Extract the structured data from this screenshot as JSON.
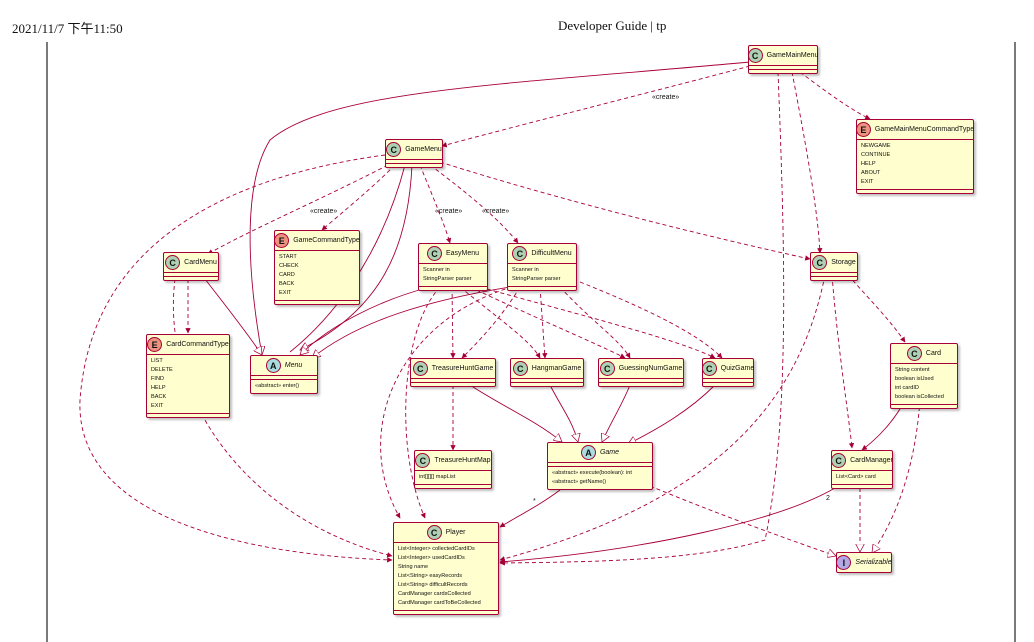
{
  "header": {
    "timestamp": "2021/11/7 下午11:50",
    "title": "Developer Guide | tp"
  },
  "stereotypes": {
    "create": "«create»"
  },
  "multiplicities": {
    "game_star": "*",
    "card_manager_two": "2"
  },
  "classes": {
    "game_main_menu": {
      "kind": "C",
      "name": "GameMainMenu"
    },
    "game_main_menu_command_type": {
      "kind": "E",
      "name": "GameMainMenuCommandType",
      "fields": [
        "NEWGAME",
        "CONTINUE",
        "HELP",
        "ABOUT",
        "EXIT"
      ]
    },
    "game_menu": {
      "kind": "C",
      "name": "GameMenu"
    },
    "game_command_type": {
      "kind": "E",
      "name": "GameCommandType",
      "fields": [
        "START",
        "CHECK",
        "CARD",
        "BACK",
        "EXIT"
      ]
    },
    "card_menu": {
      "kind": "C",
      "name": "CardMenu"
    },
    "card_command_type": {
      "kind": "E",
      "name": "CardCommandType",
      "fields": [
        "LIST",
        "DELETE",
        "FIND",
        "HELP",
        "BACK",
        "EXIT"
      ]
    },
    "easy_menu": {
      "kind": "C",
      "name": "EasyMenu",
      "fields": [
        "Scanner in",
        "StringParser parser"
      ]
    },
    "difficult_menu": {
      "kind": "C",
      "name": "DifficultMenu",
      "fields": [
        "Scanner in",
        "StringParser parser"
      ]
    },
    "menu": {
      "kind": "A",
      "name": "Menu",
      "methods": [
        "«abstract» enter()"
      ]
    },
    "storage": {
      "kind": "C",
      "name": "Storage"
    },
    "card": {
      "kind": "C",
      "name": "Card",
      "fields": [
        "String content",
        "boolean isUsed",
        "int cardID",
        "boolean isCollected"
      ]
    },
    "treasure_hunt_game": {
      "kind": "C",
      "name": "TreasureHuntGame"
    },
    "hangman_game": {
      "kind": "C",
      "name": "HangmanGame"
    },
    "guessing_num_game": {
      "kind": "C",
      "name": "GuessingNumGame"
    },
    "quiz_game": {
      "kind": "C",
      "name": "QuizGame"
    },
    "treasure_hunt_map": {
      "kind": "C",
      "name": "TreasureHuntMap",
      "fields": [
        "int[][][] mapList"
      ]
    },
    "game": {
      "kind": "A",
      "name": "Game",
      "methods": [
        "«abstract» execute(boolean): int",
        "«abstract» getName()"
      ]
    },
    "card_manager": {
      "kind": "C",
      "name": "CardManager",
      "fields": [
        "List<Card> card"
      ]
    },
    "player": {
      "kind": "C",
      "name": "Player",
      "fields": [
        "List<Integer> collectedCardIDs",
        "List<Integer> usedCardIDs",
        "String name",
        "List<String> easyRecords",
        "List<String> difficultRecords",
        "CardManager cardsCollected",
        "CardManager cardToBeCollected"
      ]
    },
    "serializable": {
      "kind": "I",
      "name": "Serializable"
    }
  },
  "colors": {
    "class_fill": "#fefece",
    "border": "#a80036",
    "class_badge": "#add1b2",
    "enum_badge": "#eb937f",
    "abstract_badge": "#a9dcdf",
    "interface_badge": "#b4a7e5"
  }
}
